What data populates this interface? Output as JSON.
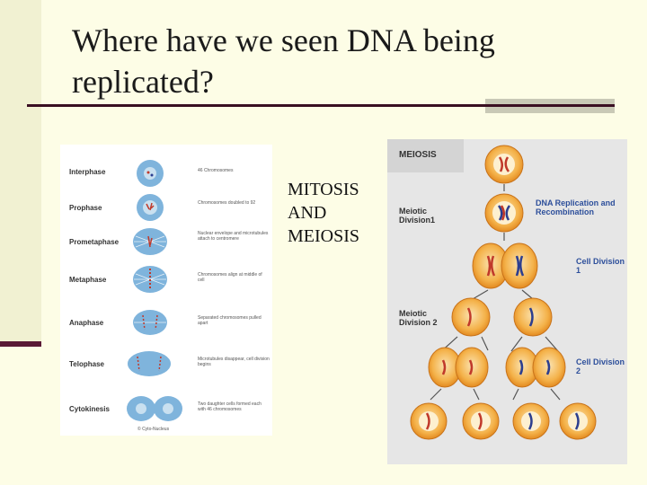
{
  "slide": {
    "title_line1": "Where have we seen DNA being",
    "title_line2": "replicated?",
    "body_lines": [
      "MITOSIS",
      "AND",
      "MEIOSIS"
    ]
  },
  "mitosis_figure": {
    "stages": [
      {
        "name": "Interphase",
        "note": "46 Chromosomes"
      },
      {
        "name": "Prophase",
        "note": "Chromosomes doubled to 92"
      },
      {
        "name": "Prometaphase",
        "note": "Nuclear envelope and microtubules attach to centromere"
      },
      {
        "name": "Metaphase",
        "note": "Chromosomes align at middle of cell"
      },
      {
        "name": "Anaphase",
        "note": "Separated chromosomes pulled apart"
      },
      {
        "name": "Telophase",
        "note": "Microtubules disappear, cell division begins"
      },
      {
        "name": "Cytokinesis",
        "note": "Two daughter cells formed each with 46 chromosomes"
      }
    ],
    "credit": "© Cyto-Nucleus"
  },
  "meiosis_figure": {
    "title": "MEIOSIS",
    "label_division1": "Meiotic Division1",
    "label_replication": "DNA Replication and Recombination",
    "label_cell_division1": "Cell Division 1",
    "label_division2": "Meiotic Division 2",
    "label_cell_division2": "Cell Division 2"
  },
  "colors": {
    "background": "#fdfde6",
    "accent_dark": "#3a0f22",
    "label_blue": "#2d4f9b",
    "cell_orange": "#f2a030"
  }
}
